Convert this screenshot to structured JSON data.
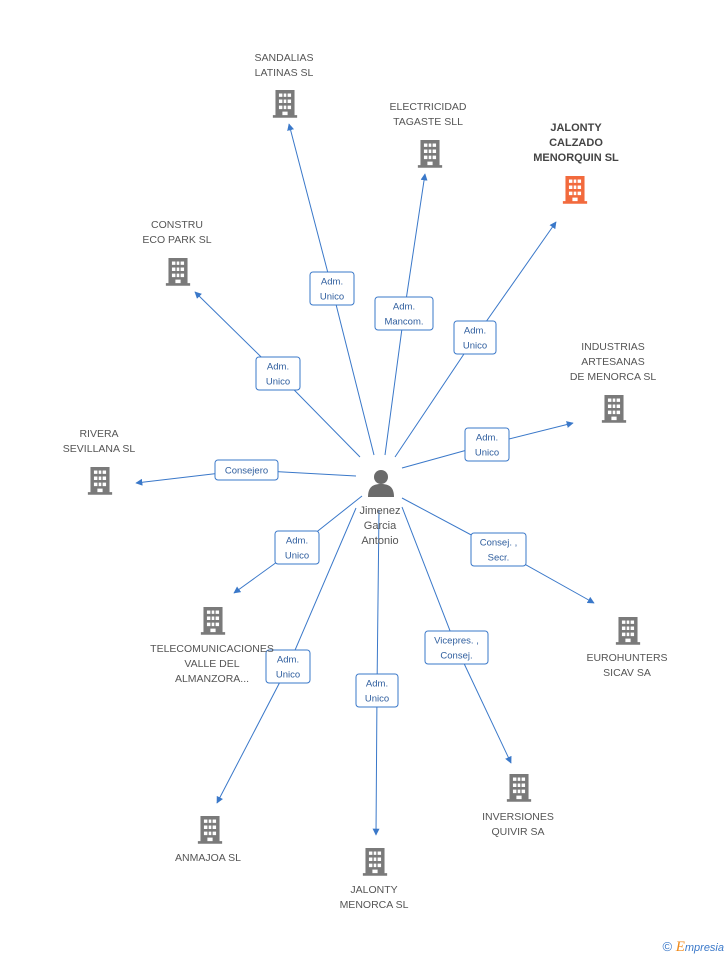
{
  "center": {
    "name_lines": [
      "Jimenez",
      "Garcia",
      "Antonio"
    ],
    "icon": "person-icon"
  },
  "companies": [
    {
      "id": "sandalias",
      "lines": [
        "SANDALIAS",
        "LATINAS SL"
      ],
      "role": [
        "Adm.",
        "Unico"
      ],
      "highlight": false
    },
    {
      "id": "electricidad",
      "lines": [
        "ELECTRICIDAD",
        "TAGASTE SLL"
      ],
      "role": [
        "Adm.",
        "Mancom."
      ],
      "highlight": false
    },
    {
      "id": "jalonty-calzado",
      "lines": [
        "JALONTY",
        "CALZADO",
        "MENORQUIN SL"
      ],
      "role": [
        "Adm.",
        "Unico"
      ],
      "highlight": true
    },
    {
      "id": "constru",
      "lines": [
        "CONSTRU",
        "ECO PARK SL"
      ],
      "role": [
        "Adm.",
        "Unico"
      ],
      "highlight": false
    },
    {
      "id": "industrias",
      "lines": [
        "INDUSTRIAS",
        "ARTESANAS",
        "DE MENORCA SL"
      ],
      "role": [
        "Adm.",
        "Unico"
      ],
      "highlight": false
    },
    {
      "id": "rivera",
      "lines": [
        "RIVERA",
        "SEVILLANA SL"
      ],
      "role": [
        "Consejero"
      ],
      "highlight": false
    },
    {
      "id": "telecom",
      "lines": [
        "TELECOMUNICACIONES",
        "VALLE DEL",
        "ALMANZORA..."
      ],
      "role": [
        "Adm.",
        "Unico"
      ],
      "highlight": false
    },
    {
      "id": "eurohunters",
      "lines": [
        "EUROHUNTERS",
        "SICAV SA"
      ],
      "role": [
        "Consej. ,",
        "Secr."
      ],
      "highlight": false
    },
    {
      "id": "anmajoa",
      "lines": [
        "ANMAJOA SL"
      ],
      "role": [
        "Adm.",
        "Unico"
      ],
      "highlight": false
    },
    {
      "id": "jalonty-menorca",
      "lines": [
        "JALONTY",
        "MENORCA SL"
      ],
      "role": [
        "Adm.",
        "Unico"
      ],
      "highlight": false
    },
    {
      "id": "inversiones",
      "lines": [
        "INVERSIONES",
        "QUIVIR SA"
      ],
      "role": [
        "Vicepres. ,",
        "Consej."
      ],
      "highlight": false
    }
  ],
  "colors": {
    "edge": "#3a78c9",
    "building": "#7a7a7a",
    "building_highlight": "#f26a3d",
    "person": "#6b6b6b"
  },
  "footer": {
    "copyright": "©",
    "brand_initial": "E",
    "brand_rest": "mpresia"
  }
}
